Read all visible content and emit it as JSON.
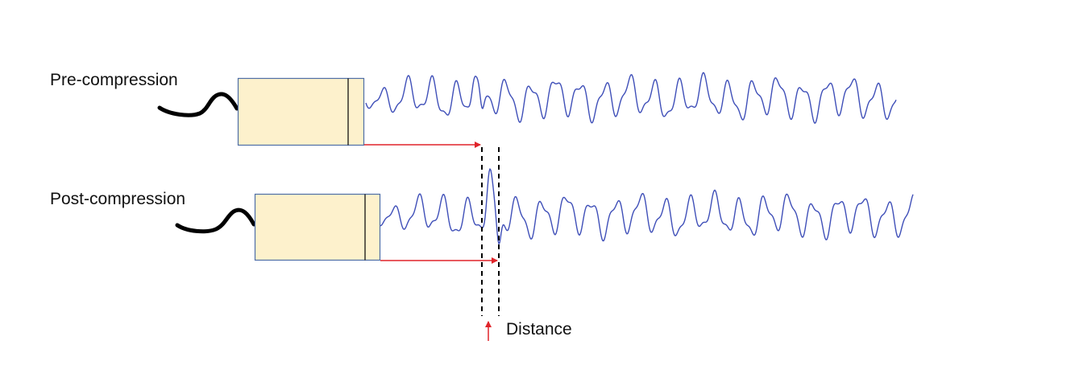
{
  "labels": {
    "pre": "Pre-compression",
    "post": "Post-compression",
    "distance": "Distance"
  },
  "colors": {
    "wave": "#3f4fb8",
    "box_fill": "#fdf1cc",
    "box_stroke": "#4e6ea6",
    "arrow": "#e0242a",
    "cable": "#000000",
    "dashes": "#000000"
  }
}
